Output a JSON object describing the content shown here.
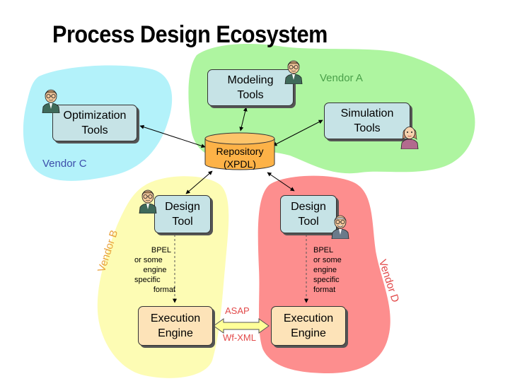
{
  "title": "Process Design Ecosystem",
  "vendors": {
    "a": "Vendor A",
    "b": "Vendor B",
    "c": "Vendor C",
    "d": "Vendor D"
  },
  "boxes": {
    "modeling": [
      "Modeling",
      "Tools"
    ],
    "optimization": [
      "Optimization",
      "Tools"
    ],
    "simulation": [
      "Simulation",
      "Tools"
    ],
    "repository": [
      "Repository",
      "(XPDL)"
    ],
    "design_left": [
      "Design",
      "Tool"
    ],
    "design_right": [
      "Design",
      "Tool"
    ],
    "execution_left": [
      "Execution",
      "Engine"
    ],
    "execution_right": [
      "Execution",
      "Engine"
    ]
  },
  "notes": {
    "left": [
      "BPEL",
      "or some",
      "engine",
      "specific",
      "format"
    ],
    "right": [
      "BPEL",
      "or some",
      "engine",
      "specific",
      "format"
    ]
  },
  "protocols": {
    "top": "ASAP",
    "bottom": "Wf-XML"
  },
  "colors": {
    "vendor_a_region": "#aef5a0",
    "vendor_b_region": "#fdfcb4",
    "vendor_c_region": "#b3f2fa",
    "vendor_d_region": "#fd8e8e",
    "vendor_label_blue": "#3c4eaa",
    "vendor_label_green": "#4aa04a",
    "vendor_label_orange": "#e8a13a",
    "vendor_label_red": "#e24a4a",
    "protocol_red": "#e24a4a",
    "box_blue": "#c6e3e6",
    "box_tan": "#fde3b8",
    "repository": "#fdb247"
  },
  "icons": [
    "person-icon"
  ]
}
